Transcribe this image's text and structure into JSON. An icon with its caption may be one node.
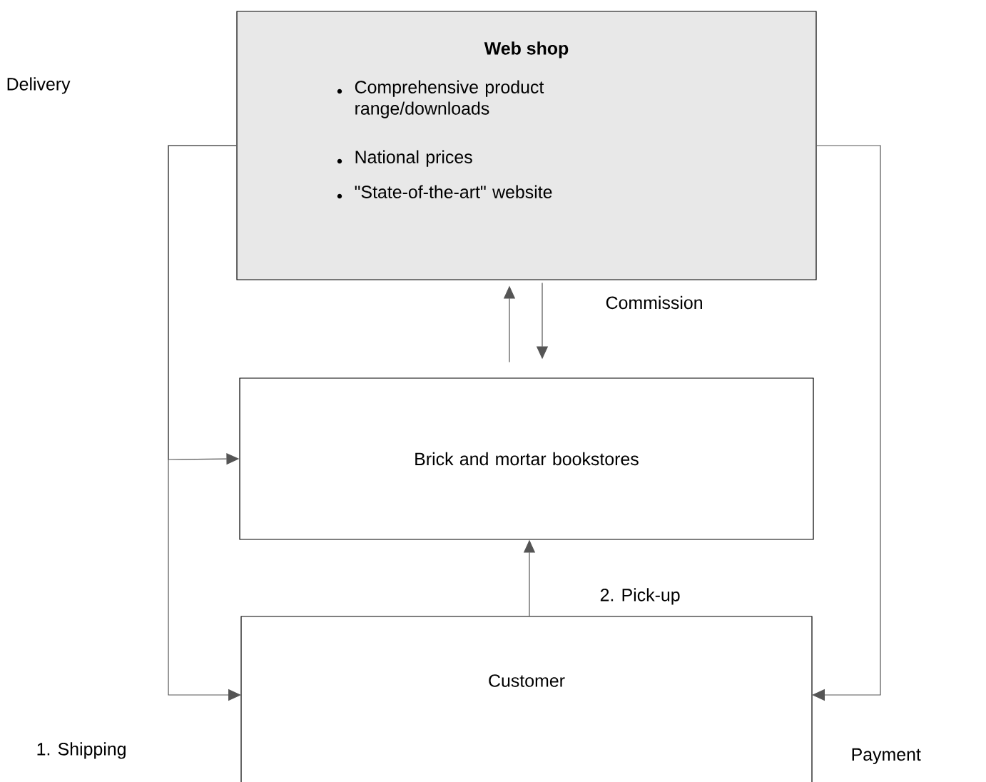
{
  "diagram": {
    "nodes": [
      {
        "text": [
          "Web shop",
          "Comprehensive product range/downloads",
          "National prices",
          "\"State-of-the-art\" website"
        ]
      },
      {
        "text": [
          "Brick and mortar bookstores"
        ]
      },
      {
        "text": [
          "Customer"
        ]
      }
    ],
    "edges": [
      {
        "from": 0,
        "to": 1,
        "arrow": "to"
      },
      {
        "from": 0,
        "to": 2,
        "arrow": "to"
      },
      {
        "from": 1,
        "to": 0,
        "arrow": "to"
      },
      {
        "from": 0,
        "to": 1,
        "arrow": "to"
      },
      {
        "from": 2,
        "to": 1,
        "arrow": "to"
      },
      {
        "from": 0,
        "to": 2,
        "arrow": "to"
      }
    ],
    "labels": [
      "Delivery",
      "Commission",
      "2. Pick-up",
      "1. Shipping",
      "Payment"
    ]
  }
}
